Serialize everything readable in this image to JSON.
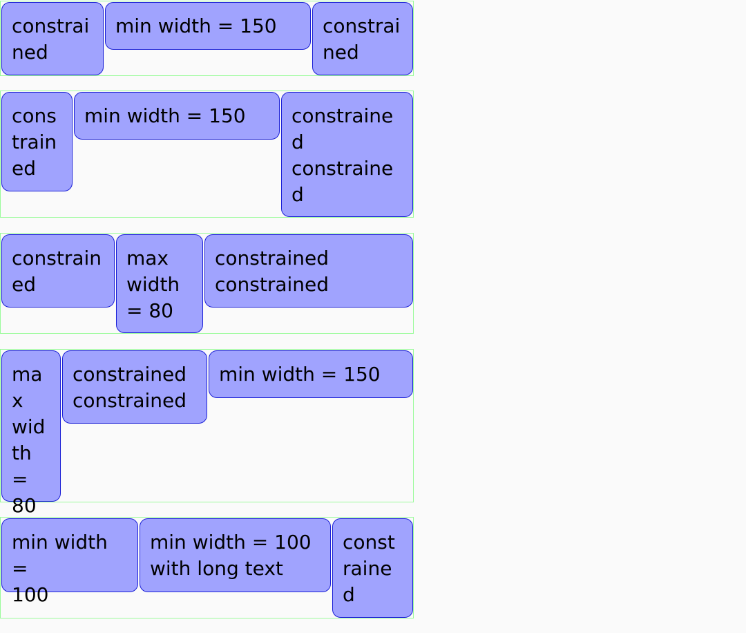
{
  "rows": [
    {
      "name": "row-1",
      "items": [
        {
          "label": "constrai\nned"
        },
        {
          "label": "min width = 150"
        },
        {
          "label": "constrai\nned"
        }
      ]
    },
    {
      "name": "row-2",
      "items": [
        {
          "label": "cons\ntrain\ned"
        },
        {
          "label": "min width = 150"
        },
        {
          "label": "constraine\nd\nconstraine\nd"
        }
      ]
    },
    {
      "name": "row-3",
      "items": [
        {
          "label": "constrain\ned"
        },
        {
          "label": "max\nwidth\n= 80"
        },
        {
          "label": "constrained\nconstrained"
        }
      ]
    },
    {
      "name": "row-4",
      "items": [
        {
          "label": "ma\nx\nwid\nth =\n80"
        },
        {
          "label": "constrained\nconstrained"
        },
        {
          "label": "min width = 150"
        }
      ]
    },
    {
      "name": "row-5",
      "items": [
        {
          "label": "min width =\n100"
        },
        {
          "label": "min width = 100\nwith long text"
        },
        {
          "label": "const\nraine\nd"
        }
      ]
    }
  ]
}
